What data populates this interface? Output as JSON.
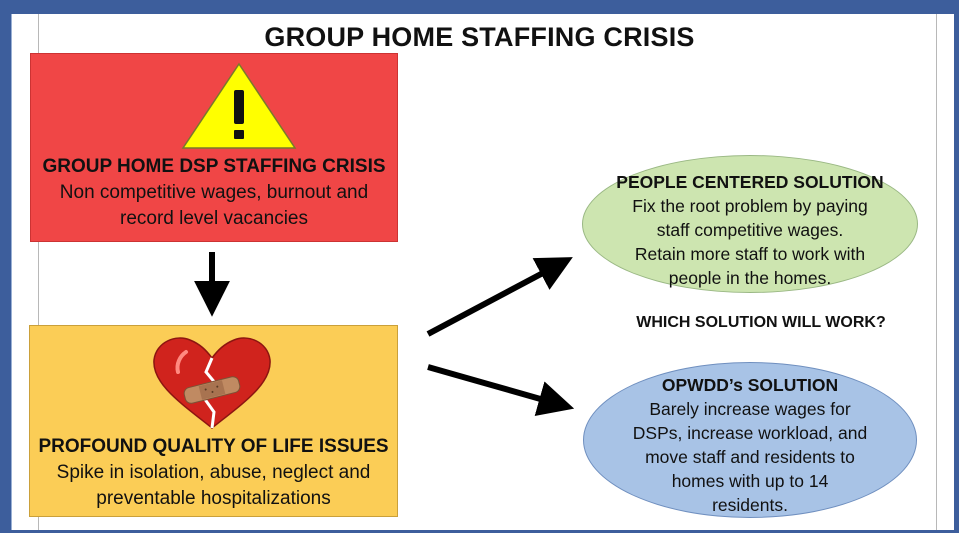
{
  "title": "GROUP HOME STAFFING CRISIS",
  "crisis": {
    "heading": "GROUP HOME DSP STAFFING CRISIS",
    "line1": "Non competitive wages, burnout and",
    "line2": "record level vacancies",
    "icon": "warning-triangle-icon",
    "color": "#f04646"
  },
  "quality": {
    "heading": "PROFOUND QUALITY OF LIFE ISSUES",
    "line1": "Spike in isolation, abuse, neglect and",
    "line2": "preventable hospitalizations",
    "icon": "broken-heart-bandage-icon",
    "color": "#fbcd56"
  },
  "people_solution": {
    "heading": "PEOPLE CENTERED SOLUTION",
    "line1": "Fix the root problem by paying",
    "line2": "staff competitive wages.",
    "line3": "Retain more staff to work with",
    "line4": "people in the homes.",
    "color": "#cde5b0"
  },
  "question": "WHICH SOLUTION WILL WORK?",
  "opwdd_solution": {
    "heading": "OPWDD’s SOLUTION",
    "line1": "Barely increase wages for",
    "line2": "DSPs, increase workload, and",
    "line3": "move staff and residents to",
    "line4": "homes with up to 14",
    "line5": "residents.",
    "color": "#a8c3e6"
  }
}
